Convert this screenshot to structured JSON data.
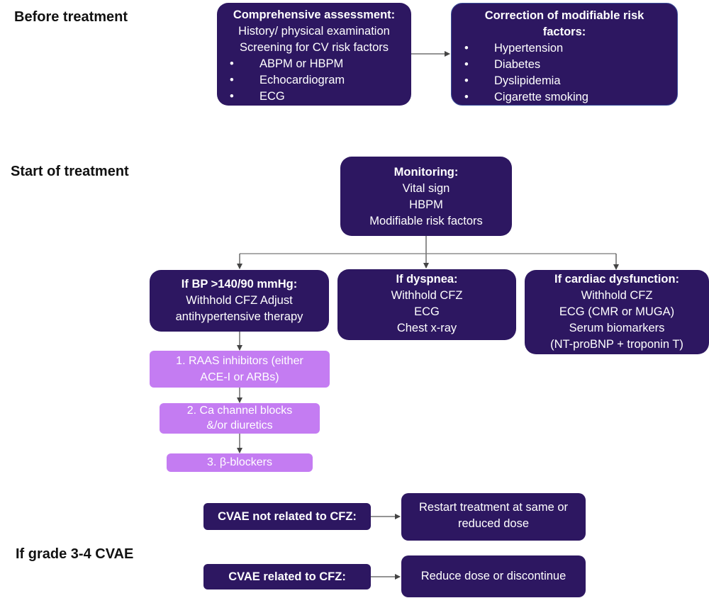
{
  "sections": {
    "before": "Before treatment",
    "start": "Start of treatment",
    "grade": "If grade 3-4 CVAE"
  },
  "assessment": {
    "title": "Comprehensive assessment:",
    "lines": [
      "History/ physical examination",
      "Screening for CV risk factors"
    ],
    "bullets": [
      "ABPM or HBPM",
      "Echocardiogram",
      "ECG"
    ]
  },
  "correction": {
    "title_line1": "Correction of modifiable risk",
    "title_line2": "factors:",
    "bullets": [
      "Hypertension",
      "Diabetes",
      "Dyslipidemia",
      "Cigarette smoking"
    ]
  },
  "monitoring": {
    "title": "Monitoring:",
    "lines": [
      "Vital sign",
      "HBPM",
      "Modifiable risk factors"
    ]
  },
  "bp": {
    "title": "If BP >140/90 mmHg:",
    "lines": [
      "Withhold CFZ Adjust",
      "antihypertensive therapy"
    ]
  },
  "dyspnea": {
    "title": "If dyspnea:",
    "lines": [
      "Withhold CFZ",
      "ECG",
      "Chest x-ray"
    ]
  },
  "cardiac": {
    "title": "If cardiac dysfunction:",
    "lines": [
      "Withhold CFZ",
      "ECG (CMR or MUGA)",
      "Serum biomarkers",
      "(NT-proBNP + troponin T)"
    ]
  },
  "steps": [
    {
      "line1": "1. RAAS inhibitors (either",
      "line2": "ACE-I or ARBs)"
    },
    {
      "line1": "2. Ca channel blocks",
      "line2": "&/or diuretics"
    },
    {
      "line1": "3. β-blockers",
      "line2": ""
    }
  ],
  "cvae": {
    "not_related": "CVAE not related to CFZ:",
    "not_related_action_1": "Restart treatment at same or",
    "not_related_action_2": "reduced dose",
    "related": "CVAE related to CFZ:",
    "related_action": "Reduce dose or discontinue"
  },
  "colors": {
    "dark_box": "#2d1761",
    "light_box": "#c47cf2",
    "connector": "#555555"
  }
}
